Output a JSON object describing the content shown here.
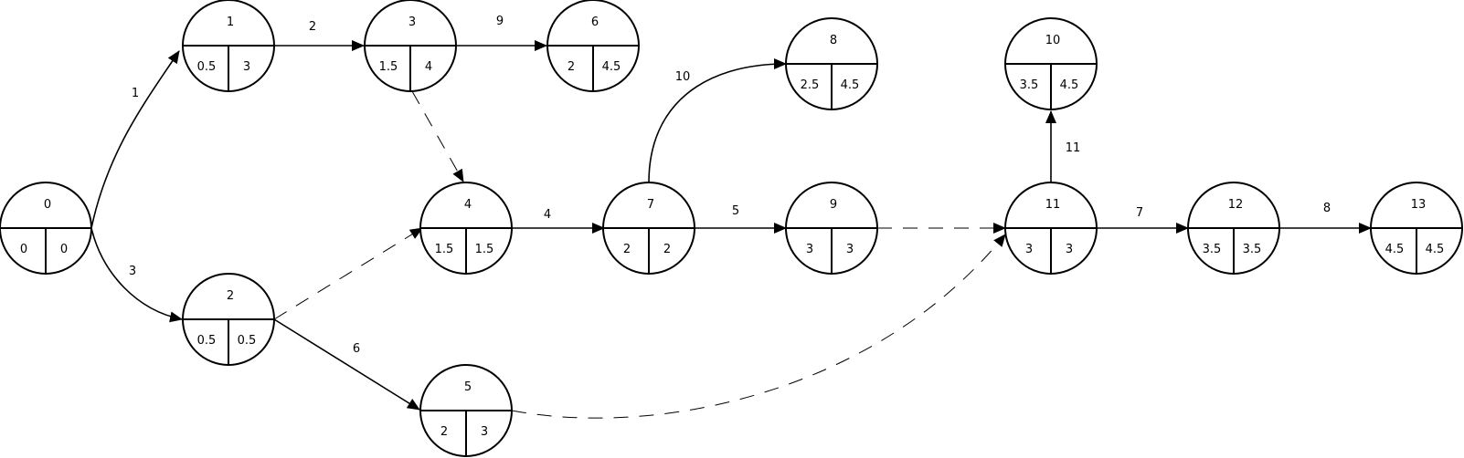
{
  "diagram": {
    "nodes": [
      {
        "id": "0",
        "early": "0",
        "late": "0"
      },
      {
        "id": "1",
        "early": "0.5",
        "late": "3"
      },
      {
        "id": "2",
        "early": "0.5",
        "late": "0.5"
      },
      {
        "id": "3",
        "early": "1.5",
        "late": "4"
      },
      {
        "id": "4",
        "early": "1.5",
        "late": "1.5"
      },
      {
        "id": "5",
        "early": "2",
        "late": "3"
      },
      {
        "id": "6",
        "early": "2",
        "late": "4.5"
      },
      {
        "id": "7",
        "early": "2",
        "late": "2"
      },
      {
        "id": "8",
        "early": "2.5",
        "late": "4.5"
      },
      {
        "id": "9",
        "early": "3",
        "late": "3"
      },
      {
        "id": "10",
        "early": "3.5",
        "late": "4.5"
      },
      {
        "id": "11",
        "early": "3",
        "late": "3"
      },
      {
        "id": "12",
        "early": "3.5",
        "late": "3.5"
      },
      {
        "id": "13",
        "early": "4.5",
        "late": "4.5"
      }
    ],
    "edges": [
      {
        "from": "0",
        "to": "1",
        "label": "1",
        "style": "solid"
      },
      {
        "from": "0",
        "to": "2",
        "label": "3",
        "style": "solid"
      },
      {
        "from": "1",
        "to": "3",
        "label": "2",
        "style": "solid"
      },
      {
        "from": "3",
        "to": "6",
        "label": "9",
        "style": "solid"
      },
      {
        "from": "3",
        "to": "4",
        "label": "",
        "style": "dashed"
      },
      {
        "from": "2",
        "to": "4",
        "label": "",
        "style": "dashed"
      },
      {
        "from": "2",
        "to": "5",
        "label": "6",
        "style": "solid"
      },
      {
        "from": "4",
        "to": "7",
        "label": "4",
        "style": "solid"
      },
      {
        "from": "7",
        "to": "8",
        "label": "10",
        "style": "solid"
      },
      {
        "from": "7",
        "to": "9",
        "label": "5",
        "style": "solid"
      },
      {
        "from": "9",
        "to": "11",
        "label": "",
        "style": "dashed"
      },
      {
        "from": "5",
        "to": "11",
        "label": "",
        "style": "dashed"
      },
      {
        "from": "11",
        "to": "10",
        "label": "11",
        "style": "solid"
      },
      {
        "from": "11",
        "to": "12",
        "label": "7",
        "style": "solid"
      },
      {
        "from": "12",
        "to": "13",
        "label": "8",
        "style": "solid"
      }
    ]
  }
}
